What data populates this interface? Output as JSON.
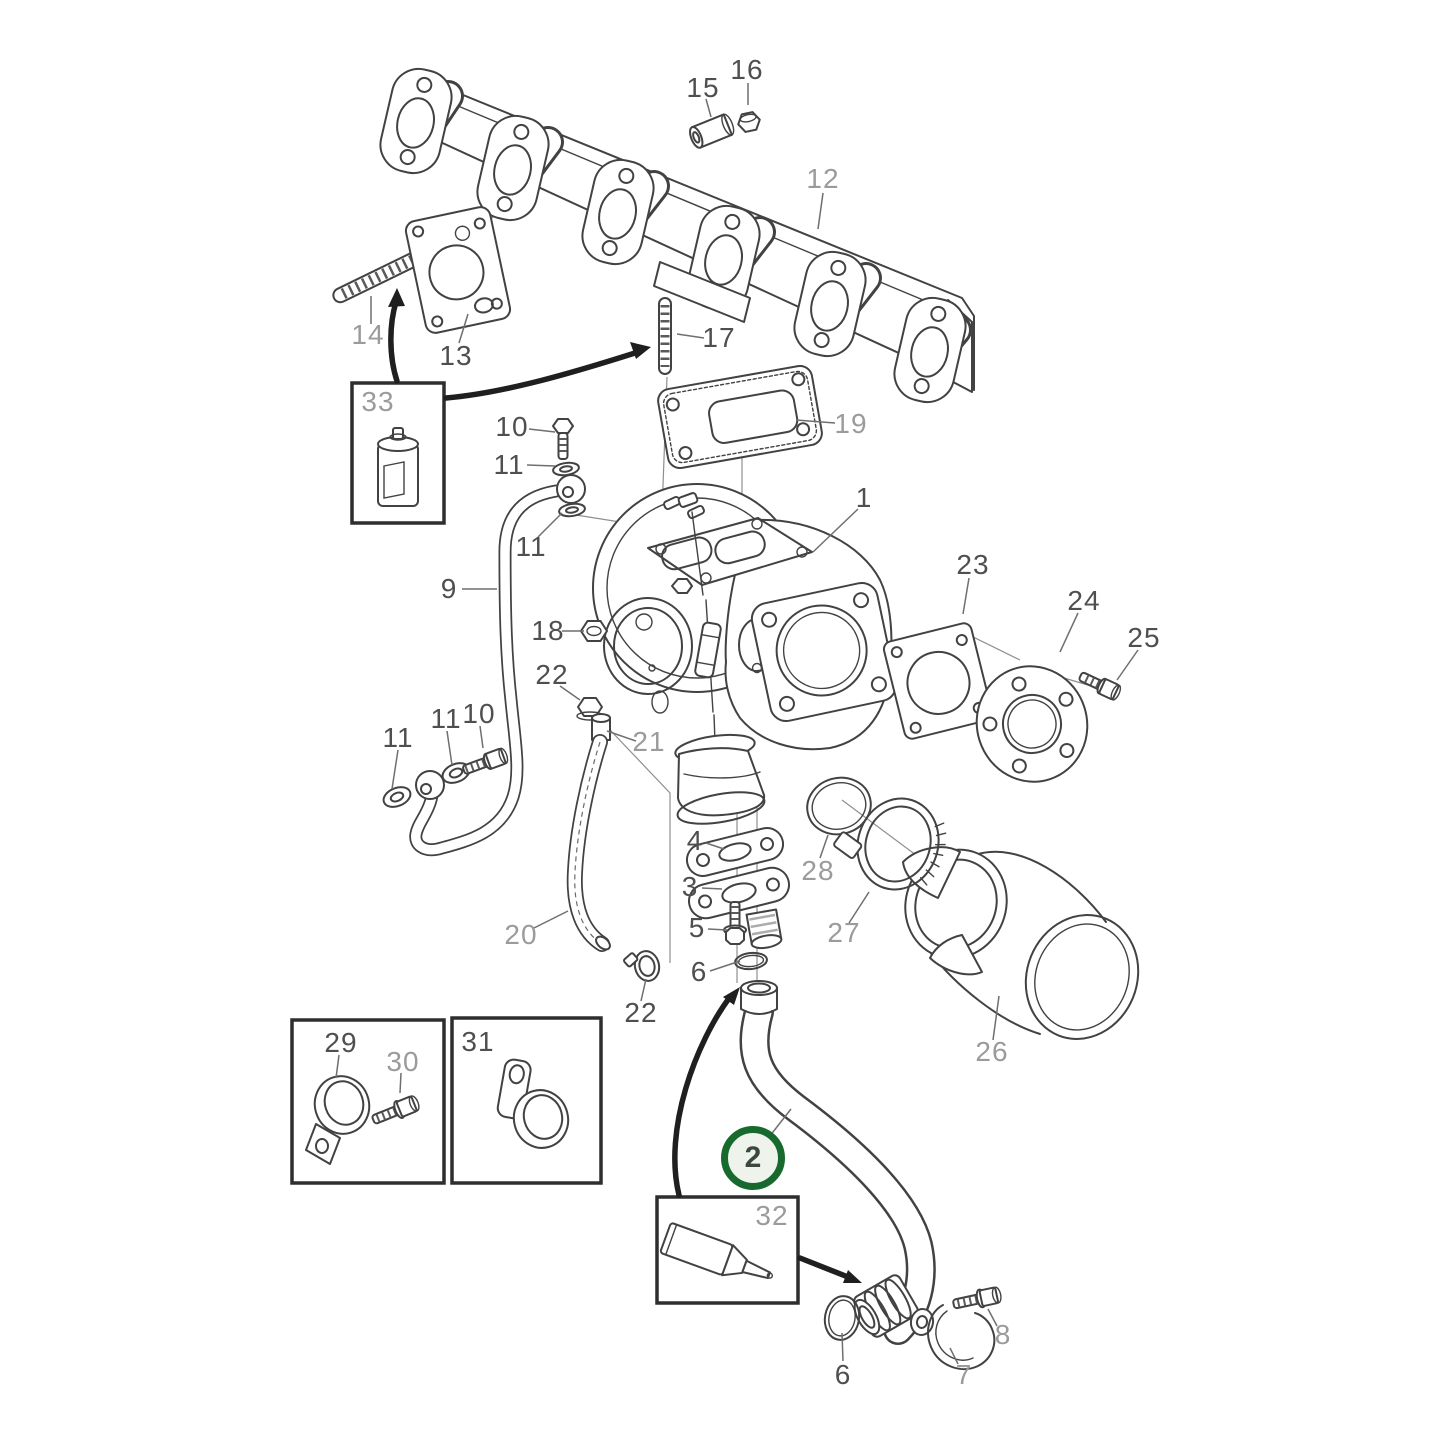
{
  "figure": {
    "type": "exploded-parts-diagram",
    "subject": "turbocharger and exhaust manifold assembly",
    "background_color": "#ffffff",
    "line_color": "#424242",
    "label_color_dark": "#4f4f4f",
    "label_color_gray": "#9b9b9b",
    "highlight_ring_color": "#17692d",
    "highlight_fill_color": "#eef3ec"
  },
  "highlight": {
    "text": "2"
  },
  "callouts": [
    {
      "part": "15",
      "text": "15",
      "tone": "dark"
    },
    {
      "part": "16",
      "text": "16",
      "tone": "dark"
    },
    {
      "part": "12",
      "text": "12",
      "tone": "gray"
    },
    {
      "part": "14",
      "text": "14",
      "tone": "gray"
    },
    {
      "part": "13",
      "text": "13",
      "tone": "dark"
    },
    {
      "part": "17",
      "text": "17",
      "tone": "dark"
    },
    {
      "part": "19",
      "text": "19",
      "tone": "gray"
    },
    {
      "part": "33",
      "text": "33",
      "tone": "gray"
    },
    {
      "part": "10",
      "text": "10",
      "tone": "dark"
    },
    {
      "part": "11",
      "text": "11",
      "tone": "dark"
    },
    {
      "part": "11",
      "text": "11",
      "tone": "dark"
    },
    {
      "part": "9",
      "text": "9",
      "tone": "dark"
    },
    {
      "part": "18",
      "text": "18",
      "tone": "dark"
    },
    {
      "part": "1",
      "text": "1",
      "tone": "dark"
    },
    {
      "part": "23",
      "text": "23",
      "tone": "dark"
    },
    {
      "part": "24",
      "text": "24",
      "tone": "dark"
    },
    {
      "part": "25",
      "text": "25",
      "tone": "dark"
    },
    {
      "part": "22",
      "text": "22",
      "tone": "dark"
    },
    {
      "part": "21",
      "text": "21",
      "tone": "gray"
    },
    {
      "part": "11",
      "text": "11",
      "tone": "dark"
    },
    {
      "part": "11",
      "text": "11",
      "tone": "dark"
    },
    {
      "part": "10",
      "text": "10",
      "tone": "dark"
    },
    {
      "part": "20",
      "text": "20",
      "tone": "gray"
    },
    {
      "part": "22",
      "text": "22",
      "tone": "dark"
    },
    {
      "part": "4",
      "text": "4",
      "tone": "dark"
    },
    {
      "part": "3",
      "text": "3",
      "tone": "dark"
    },
    {
      "part": "5",
      "text": "5",
      "tone": "dark"
    },
    {
      "part": "6",
      "text": "6",
      "tone": "dark"
    },
    {
      "part": "28",
      "text": "28",
      "tone": "gray"
    },
    {
      "part": "27",
      "text": "27",
      "tone": "gray"
    },
    {
      "part": "26",
      "text": "26",
      "tone": "gray"
    },
    {
      "part": "29",
      "text": "29",
      "tone": "dark"
    },
    {
      "part": "30",
      "text": "30",
      "tone": "gray"
    },
    {
      "part": "31",
      "text": "31",
      "tone": "dark"
    },
    {
      "part": "32",
      "text": "32",
      "tone": "gray"
    },
    {
      "part": "6",
      "text": "6",
      "tone": "dark"
    },
    {
      "part": "7",
      "text": "7",
      "tone": "gray"
    },
    {
      "part": "8",
      "text": "8",
      "tone": "gray"
    }
  ]
}
